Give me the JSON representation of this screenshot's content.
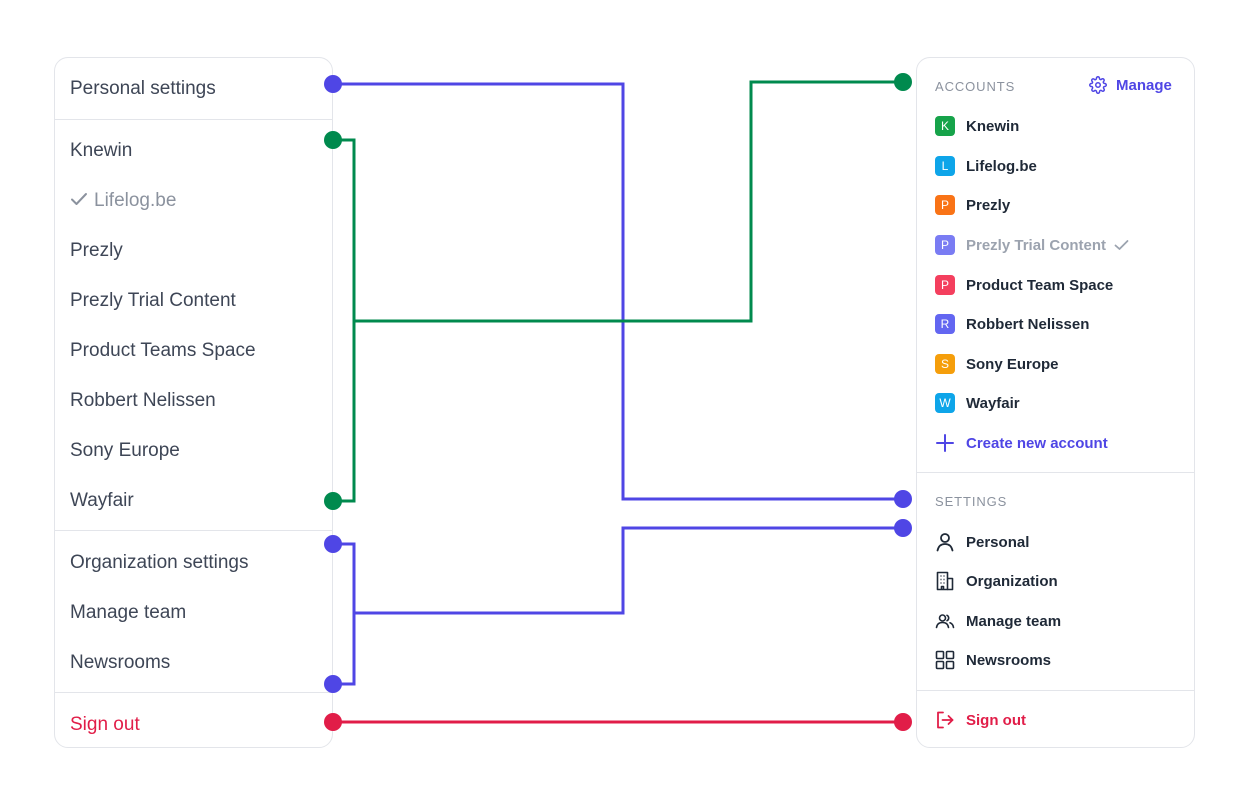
{
  "left_menu": {
    "personal_settings": "Personal settings",
    "accounts": [
      {
        "label": "Knewin",
        "checked": false
      },
      {
        "label": "Lifelog.be",
        "checked": true
      },
      {
        "label": "Prezly",
        "checked": false
      },
      {
        "label": "Prezly Trial Content",
        "checked": false
      },
      {
        "label": "Product Teams Space",
        "checked": false
      },
      {
        "label": "Robbert Nelissen",
        "checked": false
      },
      {
        "label": "Sony Europe",
        "checked": false
      },
      {
        "label": "Wayfair",
        "checked": false
      }
    ],
    "organization_settings": "Organization settings",
    "manage_team": "Manage team",
    "newsrooms": "Newsrooms",
    "sign_out": "Sign out"
  },
  "right_menu": {
    "accounts_header": "ACCOUNTS",
    "manage_label": "Manage",
    "accounts": [
      {
        "label": "Knewin",
        "letter": "K",
        "color": "#16a34a",
        "active": false
      },
      {
        "label": "Lifelog.be",
        "letter": "L",
        "color": "#0ea5e9",
        "active": false
      },
      {
        "label": "Prezly",
        "letter": "P",
        "color": "#f97316",
        "active": false
      },
      {
        "label": "Prezly Trial Content",
        "letter": "P",
        "color": "#6366f1",
        "active": true
      },
      {
        "label": "Product Team Space",
        "letter": "P",
        "color": "#f43f5e",
        "active": false
      },
      {
        "label": "Robbert Nelissen",
        "letter": "R",
        "color": "#6366f1",
        "active": false
      },
      {
        "label": "Sony Europe",
        "letter": "S",
        "color": "#f59e0b",
        "active": false
      },
      {
        "label": "Wayfair",
        "letter": "W",
        "color": "#0ea5e9",
        "active": false
      }
    ],
    "create_account": "Create new account",
    "settings_header": "SETTINGS",
    "settings": [
      {
        "label": "Personal",
        "icon": "user-icon"
      },
      {
        "label": "Organization",
        "icon": "building-icon"
      },
      {
        "label": "Manage team",
        "icon": "users-icon"
      },
      {
        "label": "Newsrooms",
        "icon": "grid-icon"
      }
    ],
    "sign_out": "Sign out"
  },
  "colors": {
    "settings_link": "#4f46e5",
    "accounts_link": "#008a4e",
    "sign_out_link": "#e11d48"
  }
}
